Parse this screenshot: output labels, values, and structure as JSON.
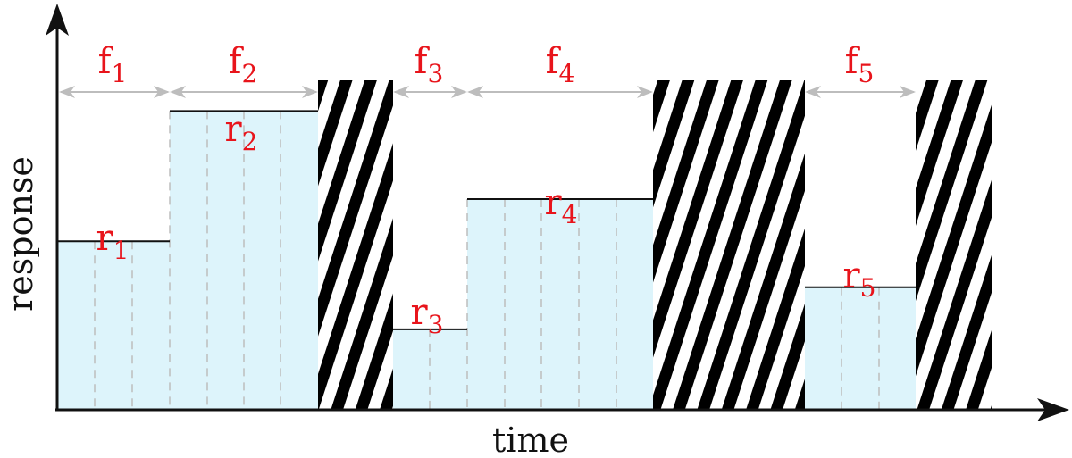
{
  "axes": {
    "x_label": "time",
    "y_label": "response"
  },
  "colors": {
    "fill": "#ddf4fb",
    "label": "#e8141b",
    "axis": "#111111",
    "arrow": "#bdbdbd",
    "grid": "#bdbdbd",
    "hatch": "#000000"
  },
  "frames": [
    {
      "id": "f1",
      "letter": "f",
      "index": "1"
    },
    {
      "id": "f2",
      "letter": "f",
      "index": "2"
    },
    {
      "id": "f3",
      "letter": "f",
      "index": "3"
    },
    {
      "id": "f4",
      "letter": "f",
      "index": "4"
    },
    {
      "id": "f5",
      "letter": "f",
      "index": "5"
    }
  ],
  "responses": [
    {
      "id": "r1",
      "letter": "r",
      "index": "1",
      "level": 0.44
    },
    {
      "id": "r2",
      "letter": "r",
      "index": "2",
      "level": 0.78
    },
    {
      "id": "r3",
      "letter": "r",
      "index": "3",
      "level": 0.21
    },
    {
      "id": "r4",
      "letter": "r",
      "index": "4",
      "level": 0.55
    },
    {
      "id": "r5",
      "letter": "r",
      "index": "5",
      "level": 0.32
    }
  ]
}
